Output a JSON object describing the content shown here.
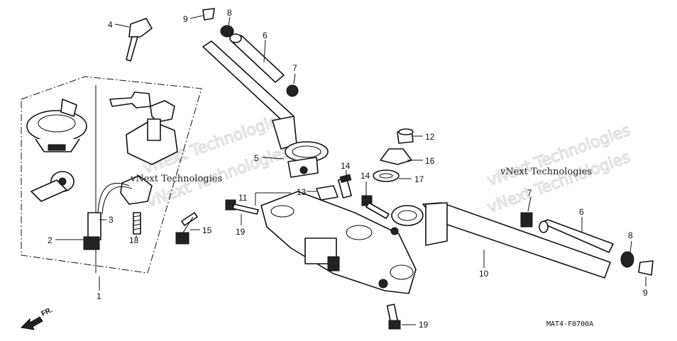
{
  "diagram": {
    "callouts": {
      "c1": "1",
      "c2": "2",
      "c3": "3",
      "c4": "4",
      "c5": "5",
      "c6a": "6",
      "c6b": "6",
      "c7a": "7",
      "c7b": "7",
      "c8a": "8",
      "c8b": "8",
      "c9a": "9",
      "c9b": "9",
      "c10": "10",
      "c11": "11",
      "c12": "12",
      "c13": "13",
      "c14a": "14",
      "c14b": "14",
      "c15": "15",
      "c16": "16",
      "c17": "17",
      "c18": "18",
      "c19a": "19",
      "c19b": "19"
    },
    "watermark": {
      "text": "vNext Technologies"
    },
    "drawing_code": "MAT4-F0700A",
    "direction": "FR."
  }
}
